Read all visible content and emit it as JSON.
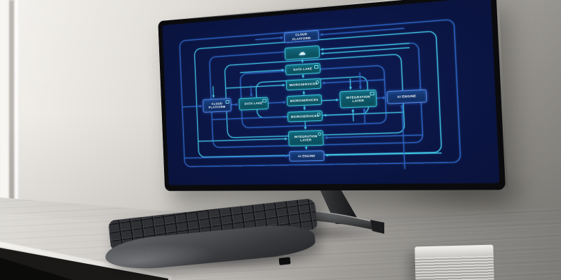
{
  "screen_diagram": {
    "background": "#0a1440",
    "icons": {
      "cloud": "☁"
    },
    "colors": {
      "screen_bg": "#0a1440",
      "line_cyan": "#3fc6e2",
      "line_blue": "#2c63c8",
      "node_teal_fill": "#0d5765",
      "node_teal_border": "#3bc7df",
      "node_blue_fill": "#11316e",
      "node_blue_border": "#4f86e8",
      "label_text": "#ffffff"
    },
    "center_column": [
      {
        "id": "cloud-platform-top",
        "label": "CLOUD PLATFORM",
        "style": "blue"
      },
      {
        "id": "cloud-gateway",
        "label": "",
        "style": "teal",
        "icon": "cloud"
      },
      {
        "id": "data-lake",
        "label": "DATA LAKE",
        "style": "teal"
      },
      {
        "id": "microservices-1",
        "label": "MICROSERVICES",
        "style": "teal"
      },
      {
        "id": "microservices-2",
        "label": "MICROSERVICES",
        "style": "teal"
      },
      {
        "id": "microservices-3",
        "label": "MICROSERVICES",
        "style": "teal"
      },
      {
        "id": "integration-layer",
        "label": "INTEGRATION LAYER",
        "style": "teal"
      },
      {
        "id": "ai-engine",
        "label": "AI ENGINE",
        "style": "blue"
      }
    ],
    "left_row": [
      {
        "id": "cloud-platform-left",
        "label": "CLOUD PLATFORM",
        "style": "blue"
      },
      {
        "id": "data-lake-left",
        "label": "DATA LAKE",
        "style": "teal"
      }
    ],
    "right_row": [
      {
        "id": "integration-layer-right",
        "label": "INTEGRATION LAYER",
        "style": "teal"
      },
      {
        "id": "ai-engine-right",
        "label": "AI ENGINE",
        "style": "blue"
      }
    ],
    "flow": "CLOUD PLATFORM → DATA LAKE → MICROSERVICES → INTEGRATION LAYER → AI ENGINE"
  }
}
